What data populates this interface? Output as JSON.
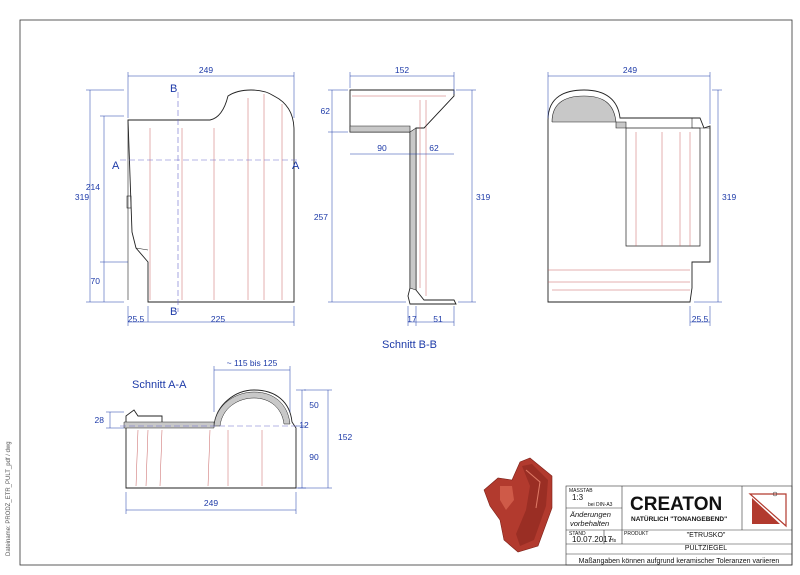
{
  "drawing": {
    "side_label": "Dateiname: PRODZ_ETR_PULT_pdf / dwg",
    "section_bb_label": "Schnitt B-B",
    "section_aa_label": "Schnitt A-A",
    "marker_a": "A",
    "marker_b": "B",
    "view1": {
      "width_top": "249",
      "height_total": "319",
      "height_214": "214",
      "height_70": "70",
      "bottom_left": "25.5",
      "bottom_right": "225"
    },
    "view2": {
      "width_top": "152",
      "top_62": "62",
      "mid_90": "90",
      "mid_62": "62",
      "left_257": "257",
      "right_319": "319",
      "bottom_17": "17",
      "bottom_51": "51"
    },
    "view3": {
      "width_top": "249",
      "right_319": "319",
      "bottom_25_5": "25.5"
    },
    "view4": {
      "range_label": "~ 115 bis 125",
      "d50": "50",
      "d12": "12",
      "d90": "90",
      "d152": "152",
      "d28": "28",
      "width_bottom": "249"
    }
  },
  "title_block": {
    "massstab_label": "MASSTAB",
    "scale": "1:3",
    "paper": "bei DIN-A3",
    "changes_label": "Änderungen",
    "changes_label2": "vorbehalten",
    "stand_label": "STAND",
    "date": "10.07.2017",
    "revision": "Hs",
    "produkt_label": "PRODUKT",
    "product_name": "\"ETRUSKO\"",
    "product_type": "PULTZIEGEL",
    "brand": "CREATON",
    "brand_tagline": "NATÜRLICH \"TONANGEBEND\"",
    "disclaimer": "Maßangaben können aufgrund keramischer Toleranzen variieren"
  },
  "colors": {
    "dimension": "#1d3aa8",
    "tile_red": "#b23a2e",
    "outline": "#222222",
    "hatch_fill": "#c8c8c8"
  }
}
